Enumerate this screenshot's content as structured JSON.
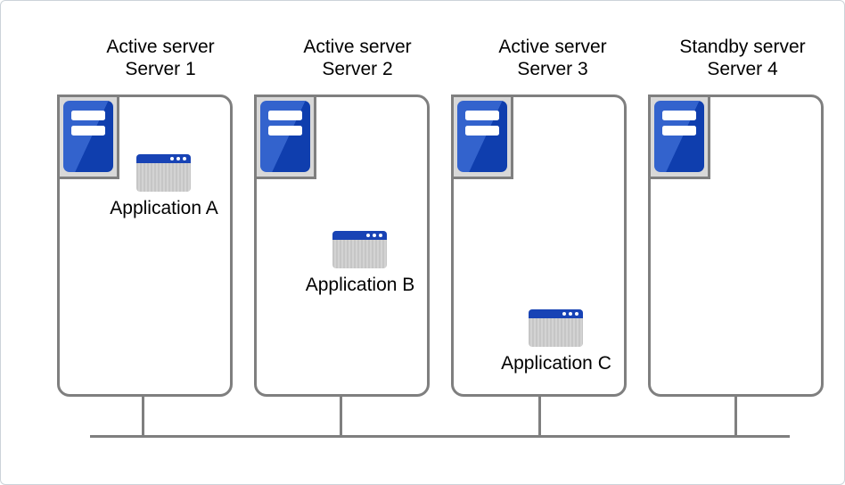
{
  "diagram": {
    "kind": "server-cluster-diagram",
    "servers": [
      {
        "role": "Active server",
        "name": "Server 1",
        "application": "Application A"
      },
      {
        "role": "Active server",
        "name": "Server 2",
        "application": "Application B"
      },
      {
        "role": "Active server",
        "name": "Server 3",
        "application": "Application C"
      },
      {
        "role": "Standby server",
        "name": "Server 4",
        "application": ""
      }
    ],
    "icons": {
      "server": "server-tower-icon",
      "application": "app-window-icon"
    },
    "colors": {
      "box_border": "#7f7f7f",
      "bus_line": "#7f7f7f",
      "tower_blue_light": "#3363cd",
      "tower_blue_dark": "#0f3eae",
      "app_titlebar_blue": "#1843b5",
      "icon_frame_bg": "#d8d8d8",
      "app_body_gray": "#cdcdcd",
      "outer_border": "#ccd3d9"
    }
  }
}
